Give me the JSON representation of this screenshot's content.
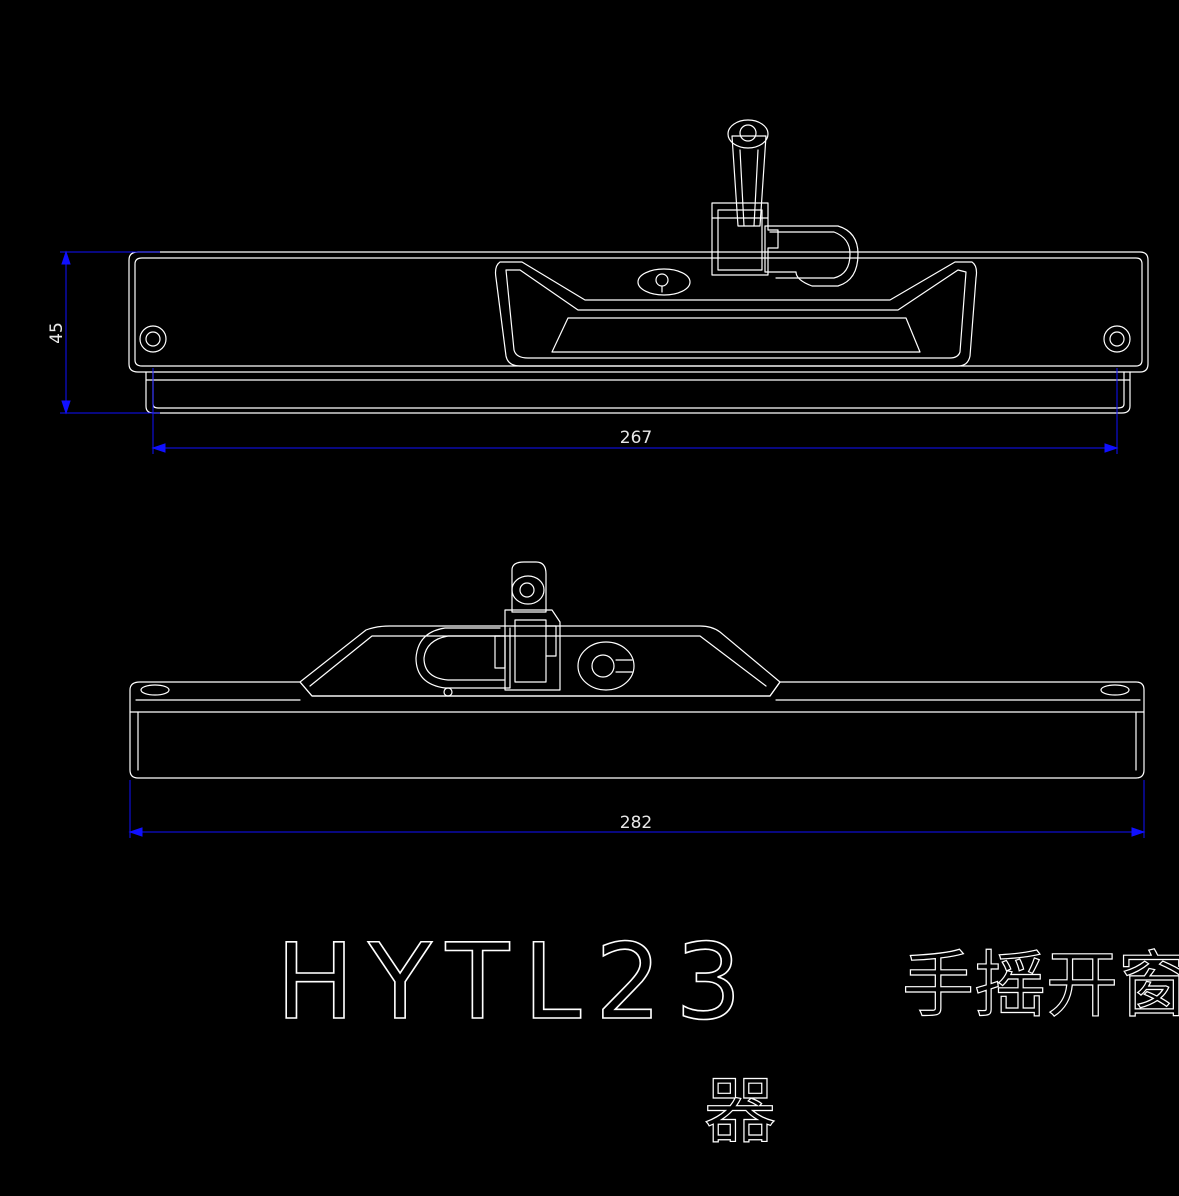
{
  "drawing": {
    "model_code": "HYTL23",
    "title_line1": "手摇开窗",
    "title_line2": "器",
    "colors": {
      "background": "#000000",
      "linework": "#ffffff",
      "dimension": "#1010ff"
    }
  },
  "dimensions": {
    "front_height": "45",
    "front_width": "267",
    "top_width": "282"
  }
}
